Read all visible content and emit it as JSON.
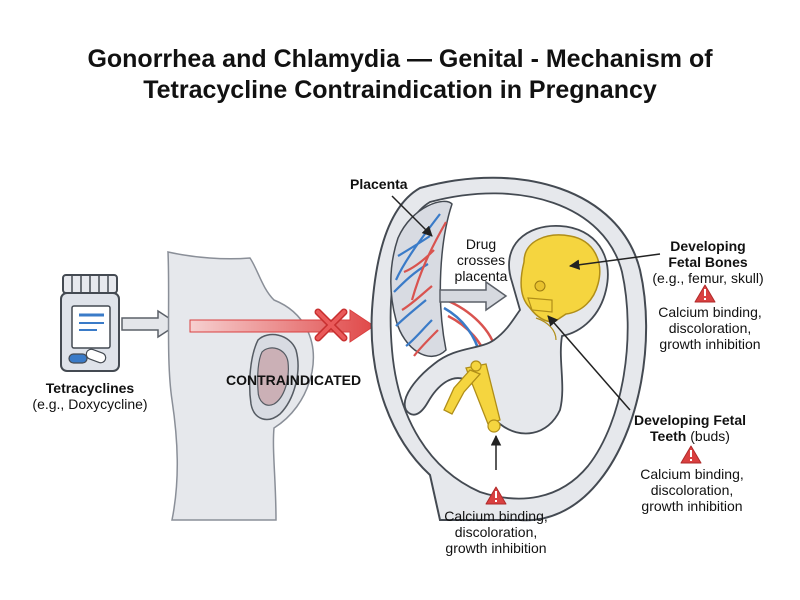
{
  "title": {
    "line1": "Gonorrhea and Chlamydia — Genital - Mechanism of",
    "line2": "Tetracycline Contraindication in Pregnancy"
  },
  "labels": {
    "drug_name": "Tetracyclines",
    "drug_example": "(e.g., Doxycycline)",
    "contraindicated": "CONTRAINDICATED",
    "placenta": "Placenta",
    "drug_crosses_1": "Drug",
    "drug_crosses_2": "crosses",
    "drug_crosses_3": "placenta",
    "bones_title_1": "Developing",
    "bones_title_2": "Fetal Bones",
    "bones_example": "(e.g., femur, skull)",
    "bones_effect_1": "Calcium binding,",
    "bones_effect_2": "discoloration,",
    "bones_effect_3": "growth inhibition",
    "teeth_title_1": "Developing Fetal",
    "teeth_title_2_bold": "Teeth",
    "teeth_title_2_rest": " (buds)",
    "teeth_effect_1": "Calcium binding,",
    "teeth_effect_2": "discoloration,",
    "teeth_effect_3": "growth inhibition",
    "limb_effect_1": "Calcium binding,",
    "limb_effect_2": "discoloration,",
    "limb_effect_3": "growth inhibition"
  },
  "icons": {
    "pill_bottle": "pill-bottle-icon",
    "warning": "warning-icon",
    "blocked": "x-mark-icon"
  },
  "colors": {
    "bone": "#f5d53f",
    "warning": "#d94040",
    "block_arrow": "#e04848",
    "artery": "#d9534f",
    "vein": "#3a7bc8",
    "body": "#e6e8ec",
    "outline": "#444a52"
  }
}
